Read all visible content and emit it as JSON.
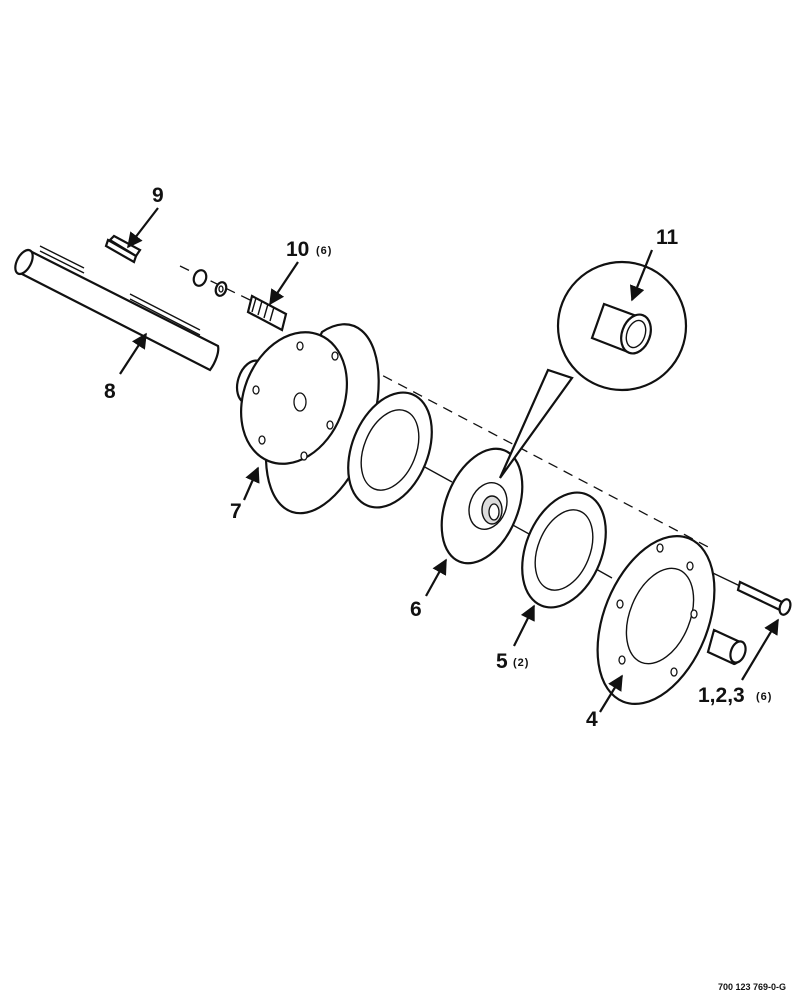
{
  "callouts": [
    {
      "id": "9",
      "label": "9",
      "qty": ""
    },
    {
      "id": "10",
      "label": "10",
      "qty": "(6)"
    },
    {
      "id": "8",
      "label": "8",
      "qty": ""
    },
    {
      "id": "11",
      "label": "11",
      "qty": ""
    },
    {
      "id": "7",
      "label": "7",
      "qty": ""
    },
    {
      "id": "6",
      "label": "6",
      "qty": ""
    },
    {
      "id": "5",
      "label": "5",
      "qty": "(2)"
    },
    {
      "id": "4",
      "label": "4",
      "qty": ""
    },
    {
      "id": "123",
      "label": "1,2,3",
      "qty": "(6)"
    }
  ],
  "drawing_code": "700 123 769-0-G"
}
